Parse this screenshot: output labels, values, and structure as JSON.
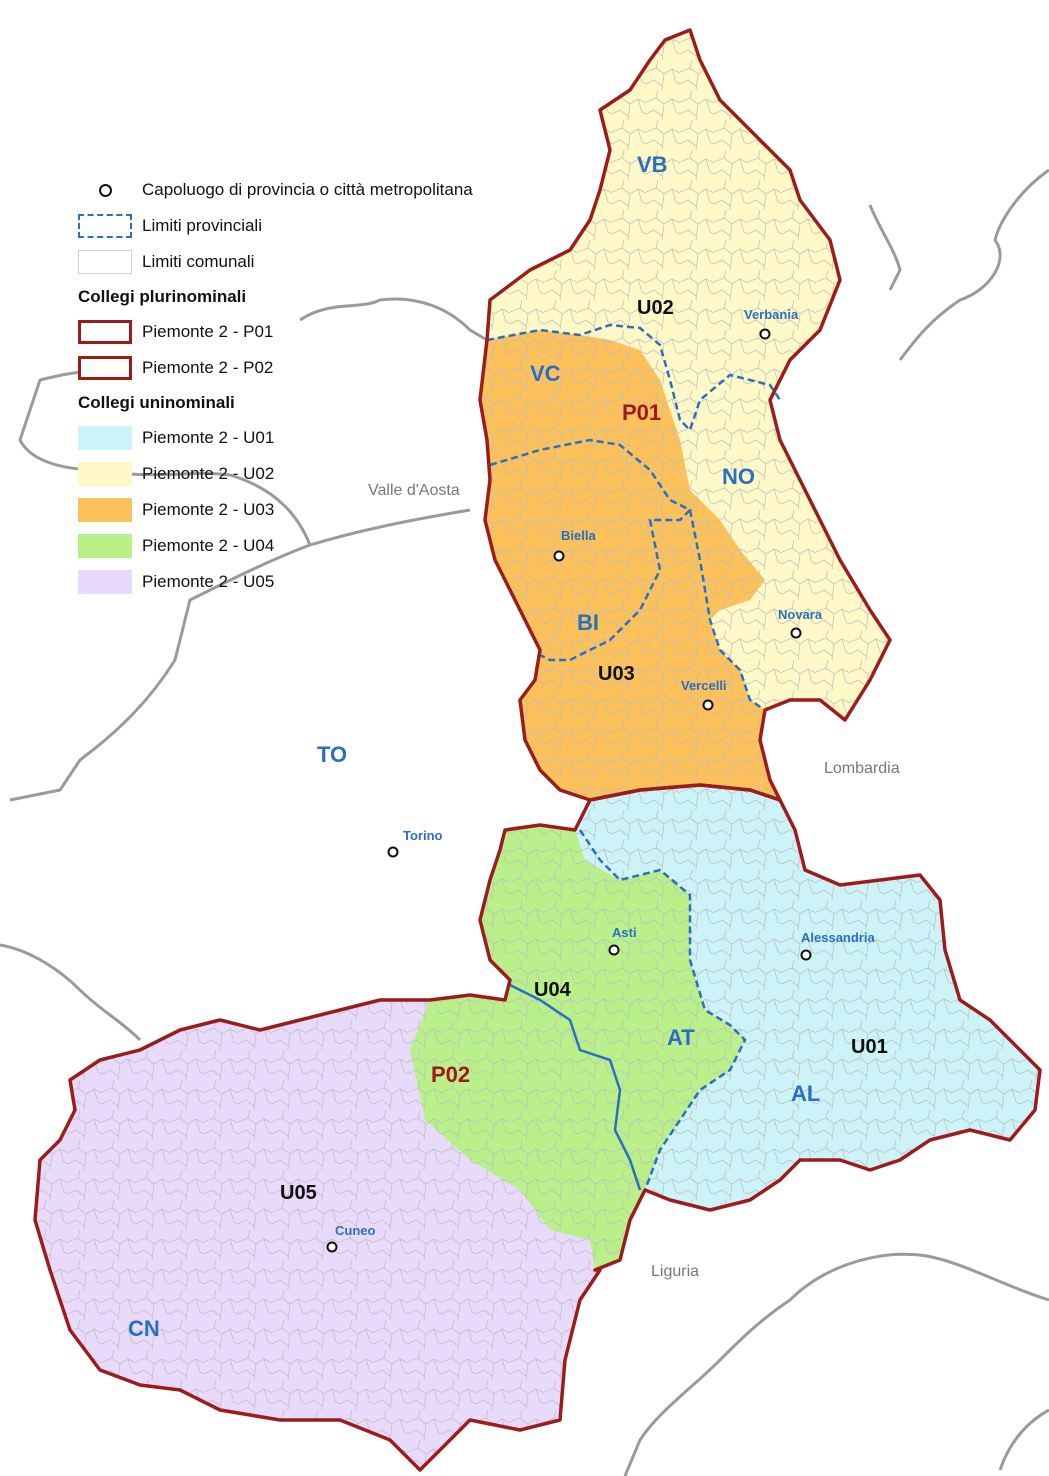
{
  "colors": {
    "U01": "#ccf3f7",
    "U02": "#fff8c7",
    "U03": "#fcc15a",
    "U04": "#b9f08a",
    "U05": "#e8dafa",
    "plurinominal_border": "#9c1b1b",
    "provincial_border": "#2a6fc0",
    "municipal_border": "#bdbdbd",
    "region_border": "#9a9a9a"
  },
  "legend": {
    "capoluogo": "Capoluogo di provincia o città metropolitana",
    "limiti_provinciali": "Limiti provinciali",
    "limiti_comunali": "Limiti comunali",
    "collegi_plurinominali": "Collegi plurinominali",
    "p01": "Piemonte 2 - P01",
    "p02": "Piemonte 2 - P02",
    "collegi_uninominali": "Collegi uninominali",
    "u01": "Piemonte 2 - U01",
    "u02": "Piemonte 2 - U02",
    "u03": "Piemonte 2 - U03",
    "u04": "Piemonte 2 - U04",
    "u05": "Piemonte 2 - U05"
  },
  "labels": {
    "provinces": {
      "VB": "VB",
      "VC": "VC",
      "NO": "NO",
      "BI": "BI",
      "TO": "TO",
      "AT": "AT",
      "AL": "AL",
      "CN": "CN"
    },
    "uninominali": {
      "U01": "U01",
      "U02": "U02",
      "U03": "U03",
      "U04": "U04",
      "U05": "U05"
    },
    "plurinominali": {
      "P01": "P01",
      "P02": "P02"
    },
    "cities": {
      "verbania": "Verbania",
      "biella": "Biella",
      "novara": "Novara",
      "vercelli": "Vercelli",
      "torino": "Torino",
      "asti": "Asti",
      "alessandria": "Alessandria",
      "cuneo": "Cuneo"
    },
    "regions": {
      "valle_aosta": "Valle d'Aosta",
      "lombardia": "Lombardia",
      "liguria": "Liguria"
    }
  }
}
